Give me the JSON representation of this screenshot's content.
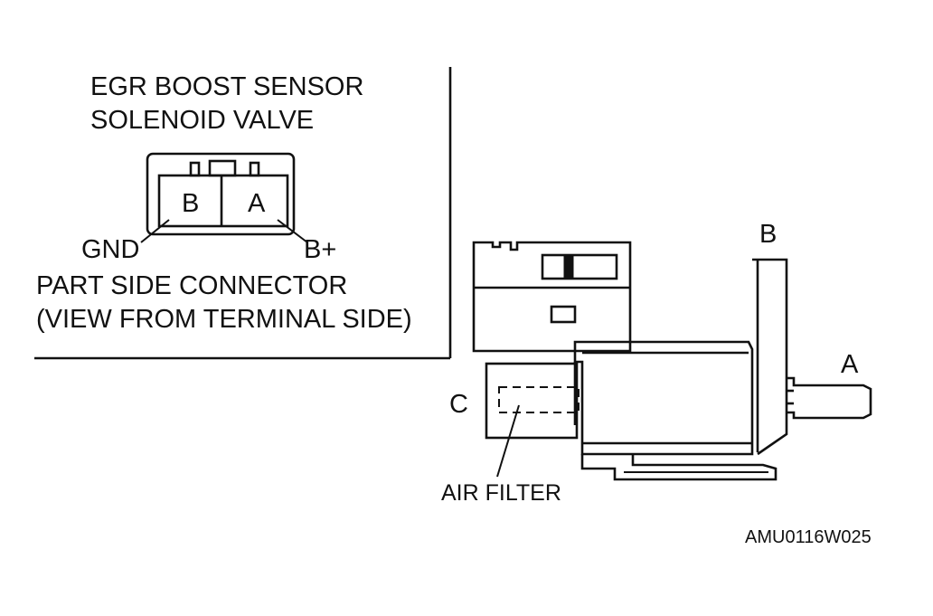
{
  "connector_panel": {
    "title_line1": "EGR BOOST SENSOR",
    "title_line2": "SOLENOID VALVE",
    "pin_b": "B",
    "pin_a": "A",
    "gnd_label": "GND",
    "bplus_label": "B+",
    "caption_line1": "PART SIDE CONNECTOR",
    "caption_line2": "(VIEW FROM TERMINAL SIDE)"
  },
  "valve": {
    "port_b": "B",
    "port_a": "A",
    "port_c": "C",
    "air_filter": "AIR FILTER"
  },
  "figure_code": "AMU0116W025"
}
